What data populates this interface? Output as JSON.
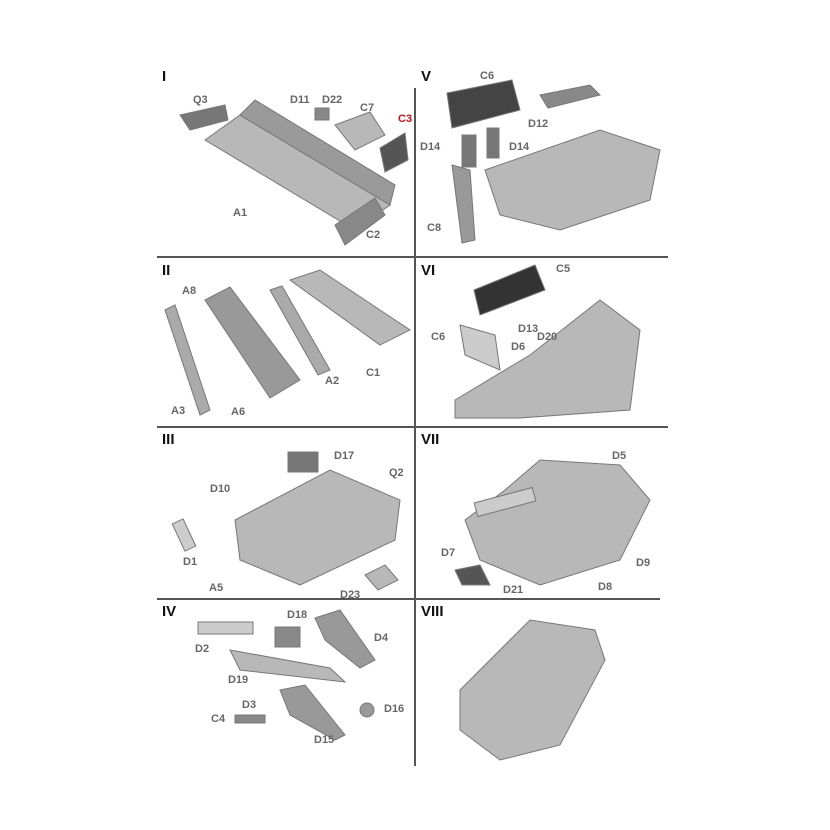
{
  "steps": {
    "s1": {
      "number": "I",
      "labels": [
        "Q3",
        "D11",
        "D22",
        "C7",
        "C3",
        "A1",
        "C2"
      ]
    },
    "s2": {
      "number": "II",
      "labels": [
        "A8",
        "A3",
        "A6",
        "A2",
        "C1"
      ]
    },
    "s3": {
      "number": "III",
      "labels": [
        "D17",
        "Q2",
        "D10",
        "D1",
        "A5",
        "D23"
      ]
    },
    "s4": {
      "number": "IV",
      "labels": [
        "D18",
        "D4",
        "D2",
        "D19",
        "D3",
        "D16",
        "C4",
        "D15"
      ]
    },
    "s5": {
      "number": "V",
      "labels": [
        "C6",
        "D12",
        "D14",
        "D14",
        "C8"
      ]
    },
    "s6": {
      "number": "VI",
      "labels": [
        "C5",
        "C6",
        "D13",
        "D20",
        "D6"
      ]
    },
    "s7": {
      "number": "VII",
      "labels": [
        "D5",
        "D7",
        "D9",
        "D21",
        "D8"
      ]
    },
    "s8": {
      "number": "VIII",
      "labels": []
    }
  },
  "colors": {
    "highlight": "#c0141c",
    "label": "#666666",
    "part": "#b5b5b5"
  }
}
